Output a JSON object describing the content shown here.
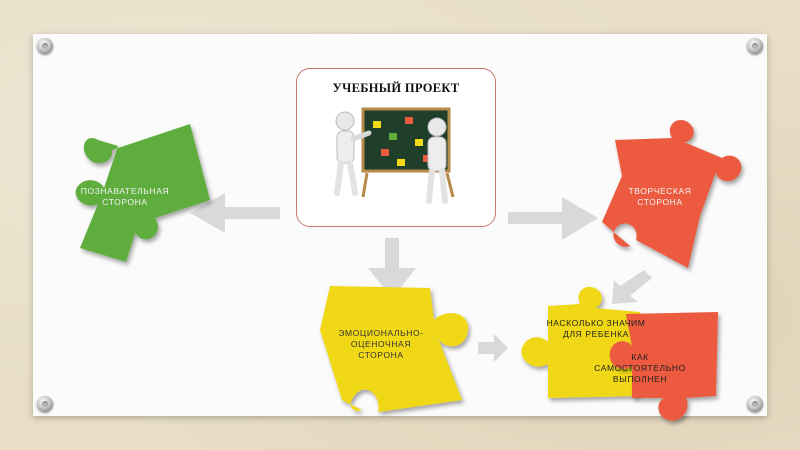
{
  "center": {
    "title": "УЧЕБНЫЙ ПРОЕКТ"
  },
  "cognitive": {
    "line1": "ПОЗНАВАТЕЛЬНАЯ",
    "line2": "СТОРОНА"
  },
  "creative": {
    "line1": "ТВОРЧЕСКАЯ",
    "line2": "СТОРОНА"
  },
  "emotional": {
    "line1": "ЭМОЦИОНАЛЬНО-",
    "line2": "ОЦЕНОЧНАЯ",
    "line3": "СТОРОНА"
  },
  "significance": {
    "line1": "НАСКОЛЬКО ЗНАЧИМ",
    "line2": "ДЛЯ РЕБЕНКА"
  },
  "independence": {
    "line1": "КАК",
    "line2": "САМОСТОЯТЕЛЬНО",
    "line3": "ВЫПОЛНЕН"
  },
  "colors": {
    "green": "#5fae3c",
    "red": "#ec5a3f",
    "yellow": "#f1d818",
    "arrow": "#d9d9d9"
  }
}
